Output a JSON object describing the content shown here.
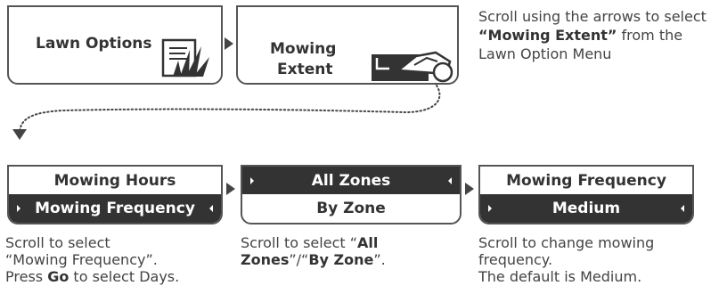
{
  "step1": {
    "lawn_options_label": "Lawn Options",
    "mowing_extent_line1": "Mowing",
    "mowing_extent_line2": "Extent",
    "instruction_pre": "Scroll using the arrows to select ",
    "instruction_bold": "“Mowing Extent”",
    "instruction_post": " from the Lawn Option Menu"
  },
  "step2": {
    "menu_item_hours": "Mowing Hours",
    "menu_item_frequency": "Mowing Frequency",
    "caption_line1": "Scroll to select",
    "caption_line2": "“Mowing Frequency”.",
    "caption_line3_pre": "Press ",
    "caption_line3_bold": "Go",
    "caption_line3_post": " to select Days."
  },
  "step3": {
    "option_all_zones": "All Zones",
    "option_by_zone": "By Zone",
    "caption_line1_pre": "Scroll to select “",
    "caption_line1_bold": "All",
    "caption_line2_bold1": "Zones",
    "caption_line2_mid": "”/“",
    "caption_line2_bold2": "By Zone",
    "caption_line2_post": "”."
  },
  "step4": {
    "title": "Mowing Frequency",
    "value": "Medium",
    "caption_line1": "Scroll to change mowing",
    "caption_line2": "frequency.",
    "caption_line3": "The default is Medium."
  },
  "icons": {
    "lawn": "lawn-grass-icon",
    "mower": "robotic-mower-extent-icon",
    "left": "scroll-left-triangle-icon",
    "right": "scroll-right-triangle-icon"
  }
}
